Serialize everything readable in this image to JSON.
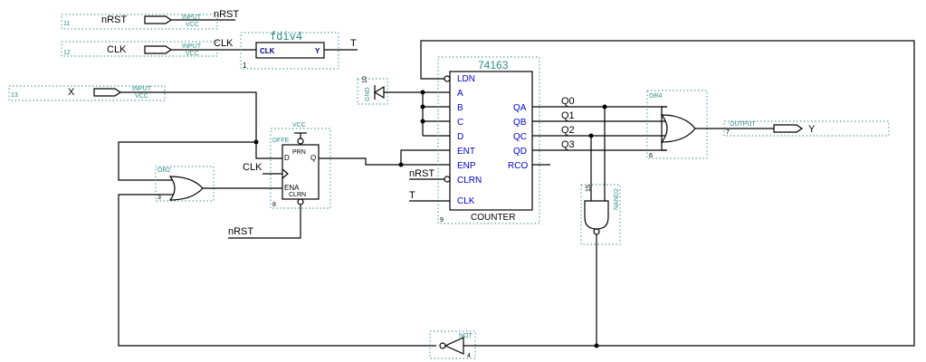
{
  "inputs": [
    {
      "num": "11",
      "name": "nRST",
      "type": "INPUT",
      "sub": "VCC",
      "wire": "nRST"
    },
    {
      "num": "12",
      "name": "CLK",
      "type": "INPUT",
      "sub": "VCC",
      "wire": "CLK"
    },
    {
      "num": "13",
      "name": "X",
      "type": "INPUT",
      "sub": "VCC"
    }
  ],
  "fdiv": {
    "title": "fdiv4",
    "in": "CLK",
    "out": "Y",
    "num": "1",
    "out_net": "T"
  },
  "gnd": {
    "label": "GND",
    "num": "10"
  },
  "dff": {
    "title": "DFFE",
    "vcc": "VCC",
    "num": "8",
    "prn": "PRN",
    "d": "D",
    "q": "Q",
    "ena": "ENA",
    "clrn": "CLRN",
    "clk_net": "CLK",
    "clrn_net": "nRST"
  },
  "or2": {
    "title": "OR2",
    "num": "3"
  },
  "counter": {
    "title": "74163",
    "name": "COUNTER",
    "num": "9",
    "left_pins": [
      "LDN",
      "A",
      "B",
      "C",
      "D",
      "ENT",
      "ENP",
      "CLRN",
      "CLK"
    ],
    "right_pins": [
      "QA",
      "QB",
      "QC",
      "QD",
      "RCO"
    ],
    "clrn_net": "nRST",
    "clk_net": "T"
  },
  "outputs_q": [
    "Q0",
    "Q1",
    "Q2",
    "Q3"
  ],
  "or4": {
    "title": "OR4",
    "num": "6"
  },
  "nand2": {
    "title": "NAND2",
    "num": "15"
  },
  "not_gate": {
    "title": "NOT",
    "num": "4"
  },
  "output": {
    "type": "OUTPUT",
    "name": "Y",
    "num": "7"
  }
}
